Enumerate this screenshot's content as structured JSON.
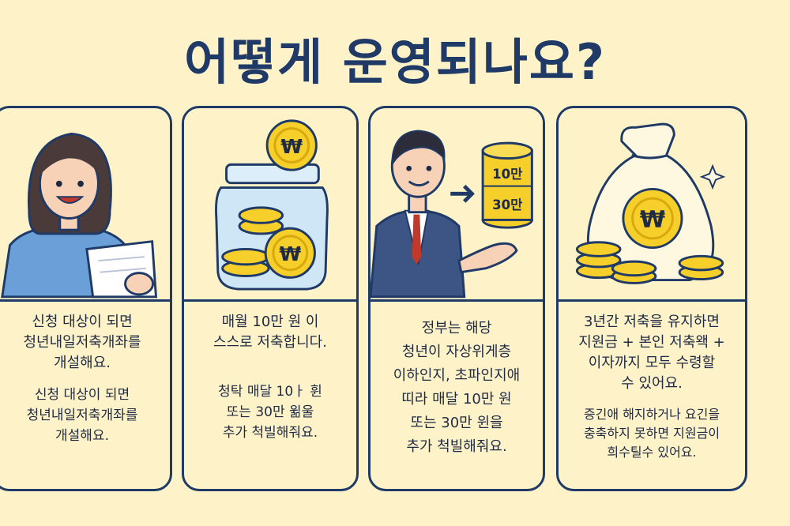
{
  "title": "어떻게 운영되나요?",
  "cards": [
    {
      "text1": "신청 대상이 되면\n청년내일저축개좌를\n개설해요.",
      "text2": "신청 대상이 되면\n청년내일저축개좌를\n개설해요."
    },
    {
      "text1": "매월 10만 원 이\n스스로 저축합니다.",
      "text2": "청탁 매달 10ㅏ 휜\n또는 30만 윎울\n추가 척빌해줘요."
    },
    {
      "text1": "정부는 해당\n청년이 자상위게층\n이하인지, 초파인지애\n띠라 매달 10만 원\n또는 30만 윈을\n추가 척빌해줘요.",
      "coin_label_top": "10만",
      "coin_label_bottom": "30만"
    },
    {
      "text1": "3년간 저축을 유지하면\n지원금 + 본인 저축왝 +\n이자까지 모두 수령할\n수 있어요.",
      "text2": "증긴애 해지하거나 요긴을\n충축하지 못하면 지원금이\n희수틸수 있어요."
    }
  ],
  "colors": {
    "navy": "#1f3a66",
    "background": "#fdf2c8",
    "coin": "#f6cf2a"
  }
}
